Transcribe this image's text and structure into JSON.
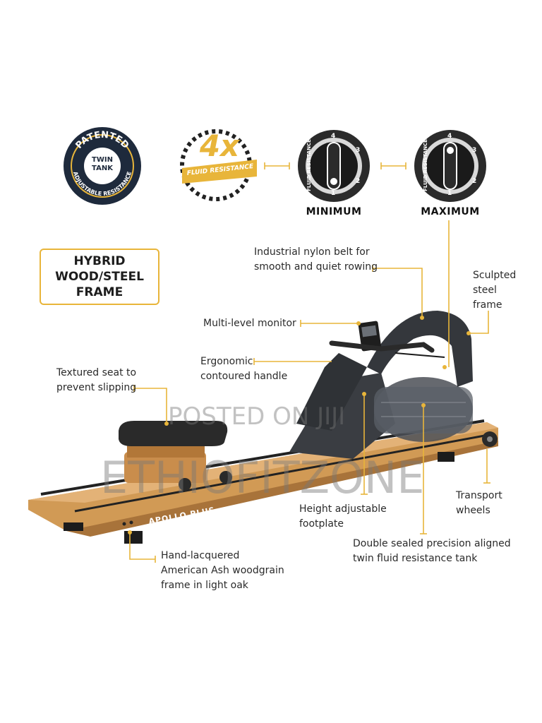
{
  "badges": {
    "patented": {
      "top_text": "PATENTED",
      "center_text": "TWIN TANK",
      "bottom_text": "ADJUSTABLE RESISTANCE"
    },
    "fourx": {
      "big_text": "4x",
      "ribbon_text": "FLUID RESISTANCE"
    },
    "dial_min": {
      "ring_text": "FLUID RESISTANCE",
      "numbers": [
        "1",
        "2",
        "3",
        "4"
      ],
      "label": "MINIMUM"
    },
    "dial_max": {
      "ring_text": "FLUID RESISTANCE",
      "numbers": [
        "1",
        "2",
        "3",
        "4"
      ],
      "label": "MAXIMUM"
    }
  },
  "frame_box": {
    "text": "HYBRID\nWOOD/STEEL\nFRAME"
  },
  "callouts": {
    "belt": "Industrial nylon belt for\nsmooth and quiet rowing",
    "steel_frame": "Sculpted\nsteel\nframe",
    "monitor": "Multi-level monitor",
    "handle": "Ergonomic\ncontoured handle",
    "seat": "Textured seat to\nprevent slipping",
    "wheels": "Transport\nwheels",
    "footplate": "Height adjustable\nfootplate",
    "tank": "Double sealed precision aligned\ntwin fluid resistance  tank",
    "wood": "Hand-lacquered\nAmerican Ash woodgrain\nframe in light oak"
  },
  "brand_on_rail": "APOLLO PLUS",
  "watermarks": {
    "posted": "POSTED ON JIJI",
    "shop": "ETHIOFITZONE"
  },
  "colors": {
    "accent": "#e8b53a",
    "navy": "#1e2a3c",
    "wood": "#d19a55",
    "machine": "#3a3d42"
  }
}
